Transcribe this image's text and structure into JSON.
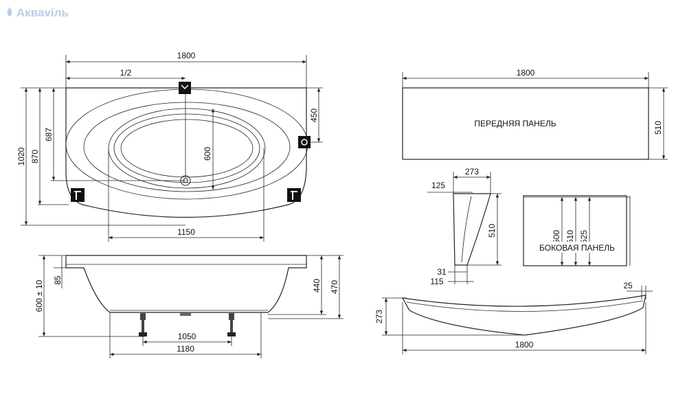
{
  "brand": {
    "logo_text": "Акваviль",
    "logo_color": "#b9cde8"
  },
  "top_view": {
    "length": "1800",
    "half": "1/2",
    "width": "1020",
    "inner_width": "870",
    "seat_depth": "687",
    "bowl_width": "600",
    "bowl_length": "1150",
    "side_offset": "450"
  },
  "side_view": {
    "height": "600 ± 10",
    "rim": "85",
    "depth_inner": "440",
    "depth_outer": "470",
    "leg_spacing": "1050",
    "bottom_length": "1180"
  },
  "front_panel": {
    "label": "ПЕРЕДНЯЯ ПАНЕЛЬ",
    "length": "1800",
    "height": "510"
  },
  "side_panel_profile": {
    "width": "273",
    "top_offset": "125",
    "height": "510",
    "bottom_a": "31",
    "bottom_b": "115"
  },
  "side_panel": {
    "label": "БОКОВАЯ ПАНЕЛЬ",
    "h1": "500",
    "h2": "510",
    "h3": "525"
  },
  "panel_plan": {
    "depth": "273",
    "edge": "25",
    "length": "1800"
  }
}
